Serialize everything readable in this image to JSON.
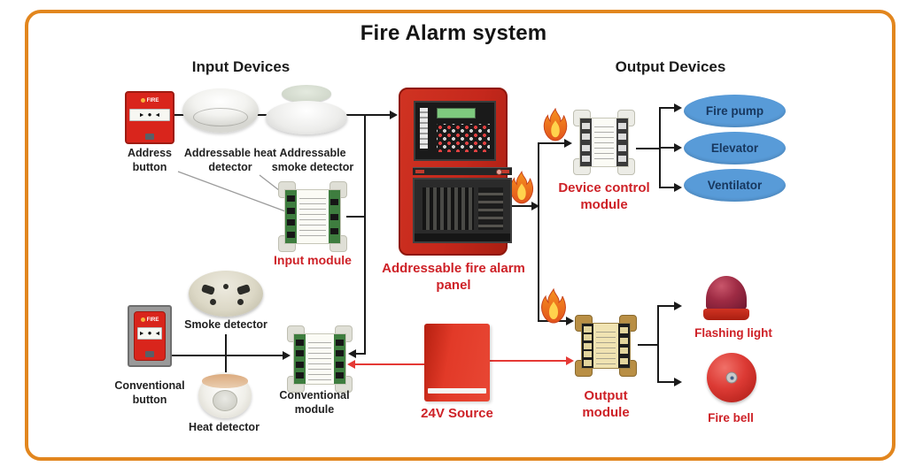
{
  "title": "Fire Alarm system",
  "sections": {
    "input_header": "Input Devices",
    "output_header": "Output Devices"
  },
  "input_devices": {
    "address_button": "Address button",
    "addressable_heat_detector": "Addressable heat detector",
    "addressable_smoke_detector": "Addressable smoke detector",
    "input_module": "Input module",
    "smoke_detector": "Smoke detector",
    "conventional_button": "Conventional button",
    "heat_detector": "Heat detector",
    "conventional_module": "Conventional module",
    "callpoint_text": "FIRE"
  },
  "center": {
    "panel_label": "Addressable fire alarm panel",
    "source_label": "24V Source"
  },
  "output_devices": {
    "device_control_module": "Device control module",
    "output_module": "Output module",
    "targets": [
      {
        "label": "Fire pump"
      },
      {
        "label": "Elevator"
      },
      {
        "label": "Ventilator"
      }
    ],
    "flashing_light": "Flashing light",
    "fire_bell": "Fire bell"
  },
  "colors": {
    "frame_orange": "#E2861E",
    "label_red": "#CE2127",
    "oval_blue": "#589BD8",
    "oval_text_navy": "#17375E",
    "line_black": "#1A1A1A",
    "line_red": "#E53935",
    "panel_red": "#C5281C"
  }
}
